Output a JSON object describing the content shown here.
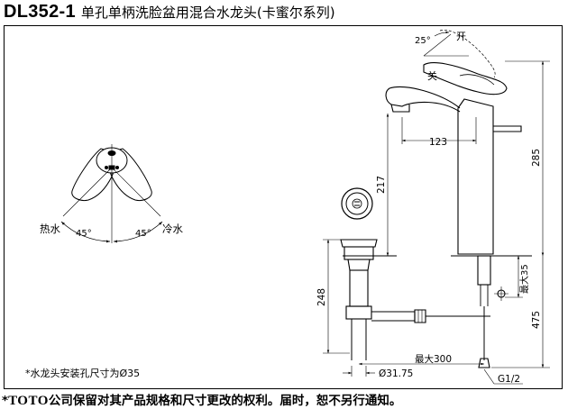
{
  "title": {
    "model": "DL352-1",
    "name": "单孔单柄洗脸盆用混合水龙头(卡蜜尔系列)"
  },
  "handle_view": {
    "hot_label": "热水",
    "cold_label": "冷水",
    "left_angle": "45°",
    "right_angle": "45°"
  },
  "elevation": {
    "tilt_angle": "25°",
    "open_label": "开",
    "close_label": "关",
    "dim_reach": "123",
    "dim_spout_height": "217",
    "dim_body_height": "285",
    "dim_drain_length": "248",
    "dim_max_35": "最大35",
    "dim_total": "475",
    "dim_max_300": "最大300",
    "dim_drain_dia": "Ø31.75",
    "thread_label": "G1/2"
  },
  "note": "*水龙头安装孔尺寸为Ø35",
  "footer": {
    "asterisk": "*",
    "brand": "TOTO",
    "text": "公司保留对其产品规格和尺寸更改的权利。届时，恕不另行通知。"
  }
}
